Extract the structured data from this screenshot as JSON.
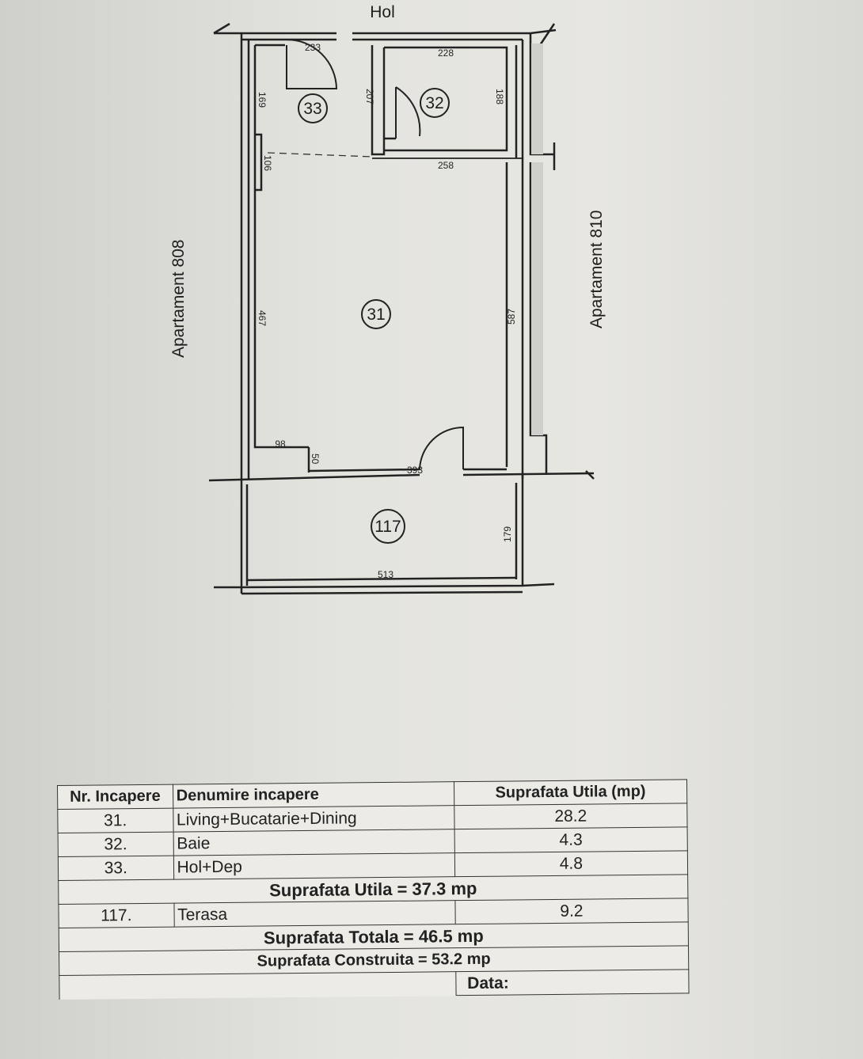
{
  "plan": {
    "corridor_label": "Hol",
    "left_neighbor": "Apartament 808",
    "right_neighbor": "Apartament 810",
    "rooms": [
      {
        "id": "31",
        "label": "31"
      },
      {
        "id": "32",
        "label": "32"
      },
      {
        "id": "33",
        "label": "33"
      },
      {
        "id": "117",
        "label": "117"
      }
    ],
    "dimensions": {
      "hol_top_width": "233",
      "bath_top_width": "228",
      "hol_height": "169",
      "hol_partition": "207",
      "bath_height": "188",
      "hol_niche": "106",
      "living_top_width": "258",
      "living_left": "467",
      "living_right": "587",
      "living_bottom_left": "98",
      "living_step": "50",
      "living_bottom": "393",
      "terrace_depth": "179",
      "terrace_width": "513"
    }
  },
  "table": {
    "headers": {
      "nr": "Nr. Incapere",
      "name": "Denumire incapere",
      "area": "Suprafata Utila (mp)"
    },
    "rows": [
      {
        "nr": "31.",
        "name": "Living+Bucatarie+Dining",
        "area": "28.2"
      },
      {
        "nr": "32.",
        "name": "Baie",
        "area": "4.3"
      },
      {
        "nr": "33.",
        "name": "Hol+Dep",
        "area": "4.8"
      }
    ],
    "useful_total": "Suprafata Utila = 37.3 mp",
    "terrace_row": {
      "nr": "117.",
      "name": "Terasa",
      "area": "9.2"
    },
    "grand_total": "Suprafata Totala = 46.5 mp",
    "built_area": "Suprafata Construita = 53.2 mp",
    "date_label": "Data:"
  }
}
